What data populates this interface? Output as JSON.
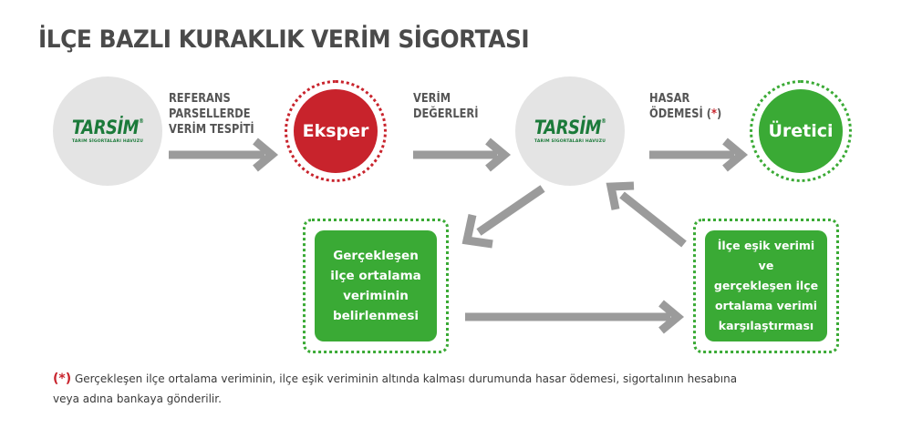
{
  "title": "İLÇE BAZLI KURAKLIK VERİM SİGORTASI",
  "logo": {
    "text": "TARSİM",
    "reg": "®",
    "subtitle": "TARIM SİGORTALARI HAVUZU"
  },
  "nodes": {
    "expert": "Eksper",
    "producer": "Üretici"
  },
  "labels": {
    "reference": [
      "REFERANS",
      "PARSELLERDE",
      "VERİM TESPİTİ"
    ],
    "yield": [
      "VERİM",
      "DEĞERLERİ"
    ],
    "damage_line1": "HASAR",
    "damage_line2": "ÖDEMESİ (",
    "damage_star": "*",
    "damage_close": ")"
  },
  "boxes": {
    "realized": [
      "Gerçekleşen",
      "ilçe ortalama",
      "veriminin",
      "belirlenmesi"
    ],
    "compare": [
      "İlçe eşik verimi ve",
      "gerçekleşen ilçe",
      "ortalama verimi",
      "karşılaştırması"
    ]
  },
  "footnote": {
    "open": "(",
    "star": "*",
    "close": ")",
    "text": " Gerçekleşen ilçe ortalama veriminin, ilçe eşik veriminin altında kalması durumunda hasar ödemesi, sigortalının hesabına veya adına bankaya gönderilir."
  },
  "colors": {
    "red": "#c8232c",
    "green": "#3aaa35",
    "gray": "#e4e4e4",
    "arrow": "#9b9b9b"
  }
}
